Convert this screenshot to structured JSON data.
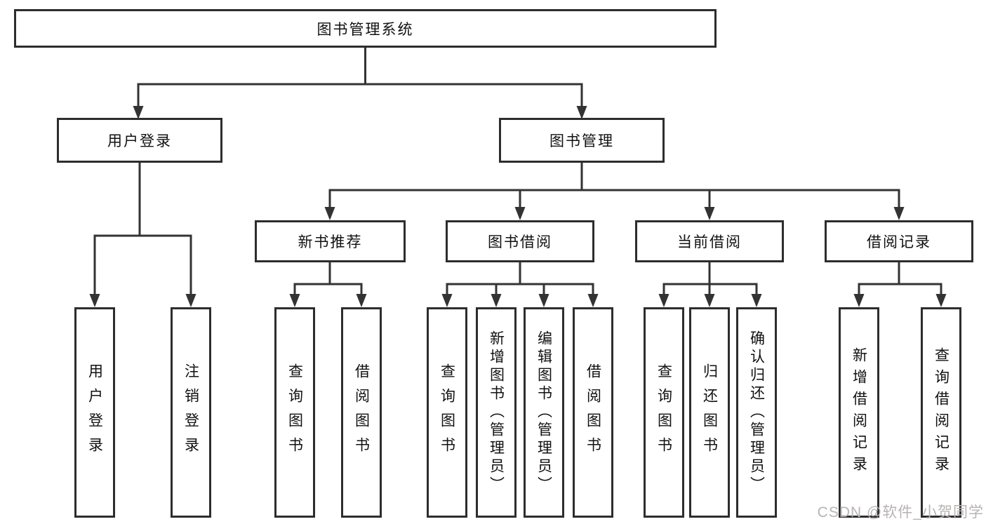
{
  "tree": {
    "root": {
      "label": "图书管理系统"
    },
    "branches": [
      {
        "label": "用户登录",
        "children": [
          {
            "label": "用户登录"
          },
          {
            "label": "注销登录"
          }
        ]
      },
      {
        "label": "图书管理",
        "groups": [
          {
            "label": "新书推荐",
            "children": [
              {
                "label": "查询图书"
              },
              {
                "label": "借阅图书"
              }
            ]
          },
          {
            "label": "图书借阅",
            "children": [
              {
                "label": "查询图书"
              },
              {
                "label": "新增图书（管理员）"
              },
              {
                "label": "编辑图书（管理员）"
              },
              {
                "label": "借阅图书"
              }
            ]
          },
          {
            "label": "当前借阅",
            "children": [
              {
                "label": "查询图书"
              },
              {
                "label": "归还图书"
              },
              {
                "label": "确认归还（管理员）"
              }
            ]
          },
          {
            "label": "借阅记录",
            "children": [
              {
                "label": "新增借阅记录"
              },
              {
                "label": "查询借阅记录"
              }
            ]
          }
        ]
      }
    ]
  },
  "watermark": {
    "text": "CSDN @软件_小贺同学"
  },
  "colors": {
    "line": "#333333",
    "box_border": "#2d2d2d",
    "text": "#111111",
    "watermark": "#b7b3b3",
    "background": "#ffffff"
  }
}
